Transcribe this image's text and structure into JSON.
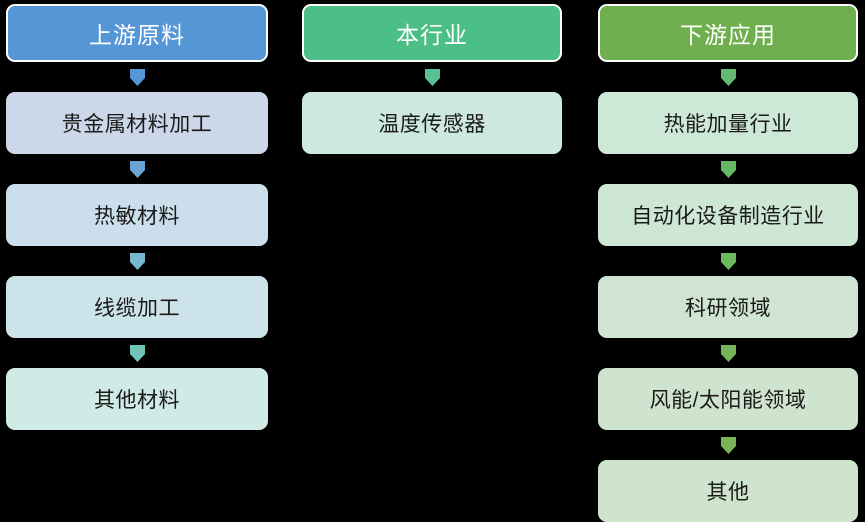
{
  "diagram": {
    "title_hidden": "",
    "background_color": "#000000",
    "type": "industry-chain-flow",
    "columns": [
      {
        "id": "upstream",
        "header": {
          "label": "上游原料",
          "fill": "#5596d6",
          "text_color": "#ffffff",
          "border_color": "#ffffff"
        },
        "arrow_color": "#5596d6",
        "nodes": [
          {
            "label": "贵金属材料加工",
            "fill": "#ccd7ea",
            "arrow_color": "#6aa4d4"
          },
          {
            "label": "热敏材料",
            "fill": "#cbdeec",
            "arrow_color": "#76b8cd"
          },
          {
            "label": "线缆加工",
            "fill": "#cde3ea",
            "arrow_color": "#6ec4b6"
          },
          {
            "label": "其他材料",
            "fill": "#d0eae6",
            "arrow_color": ""
          }
        ]
      },
      {
        "id": "industry",
        "header": {
          "label": "本行业",
          "fill": "#4cbf87",
          "text_color": "#ffffff",
          "border_color": "#ffffff"
        },
        "arrow_color": "#58c193",
        "nodes": [
          {
            "label": "温度传感器",
            "fill": "#cde7e1",
            "arrow_color": ""
          }
        ]
      },
      {
        "id": "downstream",
        "header": {
          "label": "下游应用",
          "fill": "#6faf4e",
          "text_color": "#ffffff",
          "border_color": "#ffffff"
        },
        "arrow_color": "#63b96f",
        "nodes": [
          {
            "label": "热能加量行业",
            "fill": "#cee8d7",
            "arrow_color": "#66b862"
          },
          {
            "label": "自动化设备制造行业",
            "fill": "#cee6d4",
            "arrow_color": "#6cb85c"
          },
          {
            "label": "科研领域",
            "fill": "#cfe5d1",
            "arrow_color": "#74b55a"
          },
          {
            "label": "风能/太阳能领域",
            "fill": "#cfe4ce",
            "arrow_color": "#7ab257"
          },
          {
            "label": "其他",
            "fill": "#cfe4cc",
            "arrow_color": ""
          }
        ]
      }
    ]
  }
}
